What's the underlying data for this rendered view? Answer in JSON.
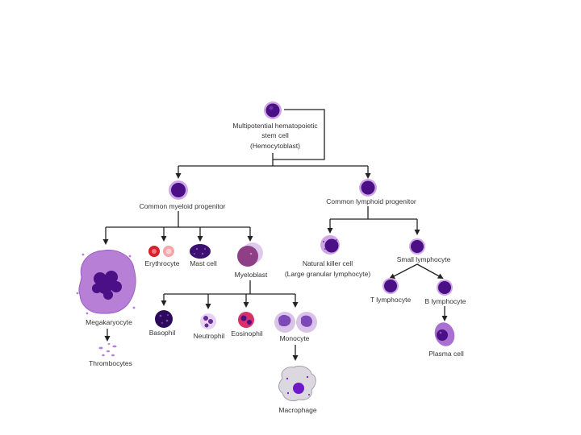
{
  "colors": {
    "line": "#222222",
    "halo": "#cfa6e6",
    "nucleus": "#4b0f86",
    "cytoplasm": "#b77fd6",
    "erythrocyte": "#d81f2a",
    "text": "#333333"
  },
  "labels": {
    "stem_cell_line1": "Multipotential hematopoietic",
    "stem_cell_line2": "stem cell",
    "stem_cell_line3": "(Hemocytoblast)",
    "myeloid_progenitor": "Common myeloid progenitor",
    "lymphoid_progenitor": "Common lymphoid progenitor",
    "megakaryocyte": "Megakaryocyte",
    "thrombocytes": "Thrombocytes",
    "erythrocyte": "Erythrocyte",
    "mast_cell": "Mast cell",
    "myeloblast": "Myeloblast",
    "basophil": "Basophil",
    "neutrophil": "Neutrophil",
    "eosinophil": "Eosinophil",
    "monocyte": "Monocyte",
    "macrophage": "Macrophage",
    "nk_cell_line1": "Natural killer cell",
    "nk_cell_line2": "(Large granular lymphocyte)",
    "small_lymphocyte": "Small lymphocyte",
    "t_lymphocyte": "T lymphocyte",
    "b_lymphocyte": "B lymphocyte",
    "plasma_cell": "Plasma cell"
  }
}
